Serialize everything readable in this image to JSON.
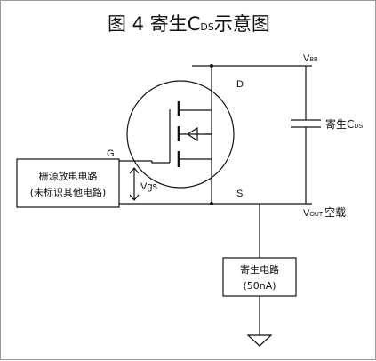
{
  "title": {
    "prefix": "图 4  寄生C",
    "subscript": "DS",
    "suffix": "示意图"
  },
  "terminals": {
    "drain": "D",
    "gate": "G",
    "source": "S"
  },
  "rails": {
    "vbb_main": "V",
    "vbb_sub": "BB",
    "vout_main": "V",
    "vout_sub": "OUT",
    "vout_suffix": "空载"
  },
  "capacitor": {
    "label_main": "寄生C",
    "label_sub": "DS"
  },
  "vgs_label": "Vgs",
  "gate_driver": {
    "line1": "栅源放电电路",
    "line2": "(未标识其他电路)"
  },
  "parasitic_circuit": {
    "line1": "寄生电路",
    "line2": "(50nA)"
  }
}
